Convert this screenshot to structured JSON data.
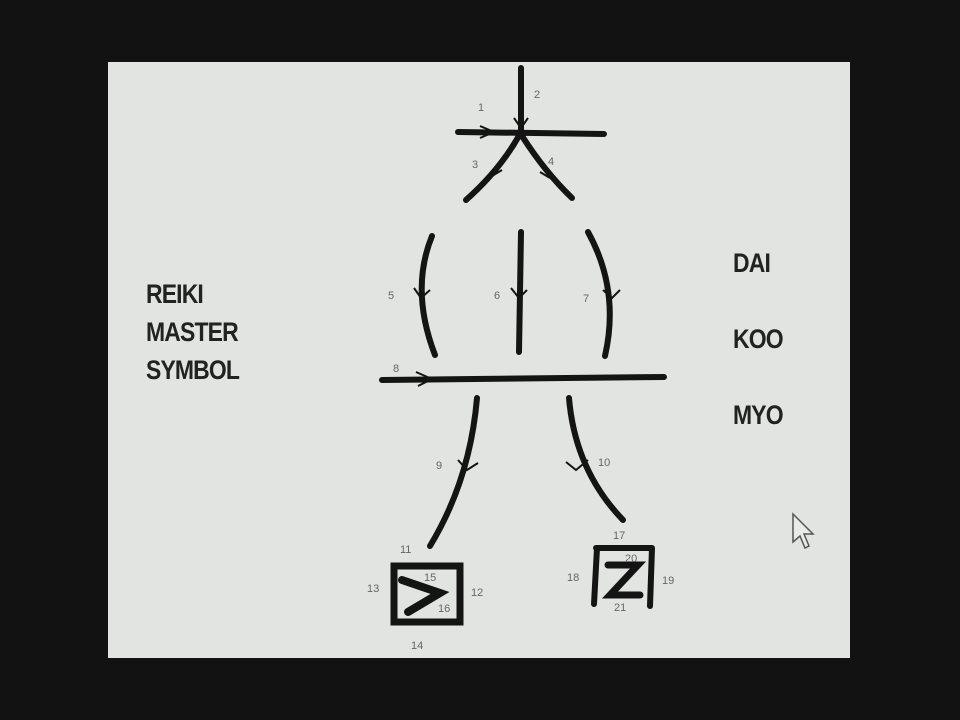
{
  "title": {
    "lines": [
      "REIKI",
      "MASTER",
      "SYMBOL"
    ]
  },
  "syllables": [
    "DAI",
    "KOO",
    "MYO"
  ],
  "stroke_numbers": {
    "s1": "1",
    "s2": "2",
    "s3": "3",
    "s4": "4",
    "s5": "5",
    "s6": "6",
    "s7": "7",
    "s8": "8",
    "s9": "9",
    "s10": "10",
    "s11": "11",
    "s12": "12",
    "s13": "13",
    "s14": "14",
    "s15": "15",
    "s16": "16",
    "s17": "17",
    "s18": "18",
    "s19": "19",
    "s20": "20",
    "s21": "21"
  },
  "colors": {
    "frame": "#121212",
    "board": "#e1e4e0",
    "ink": "#141414",
    "text": "#222222"
  },
  "cursor": {
    "icon": "mouse-pointer-icon"
  }
}
